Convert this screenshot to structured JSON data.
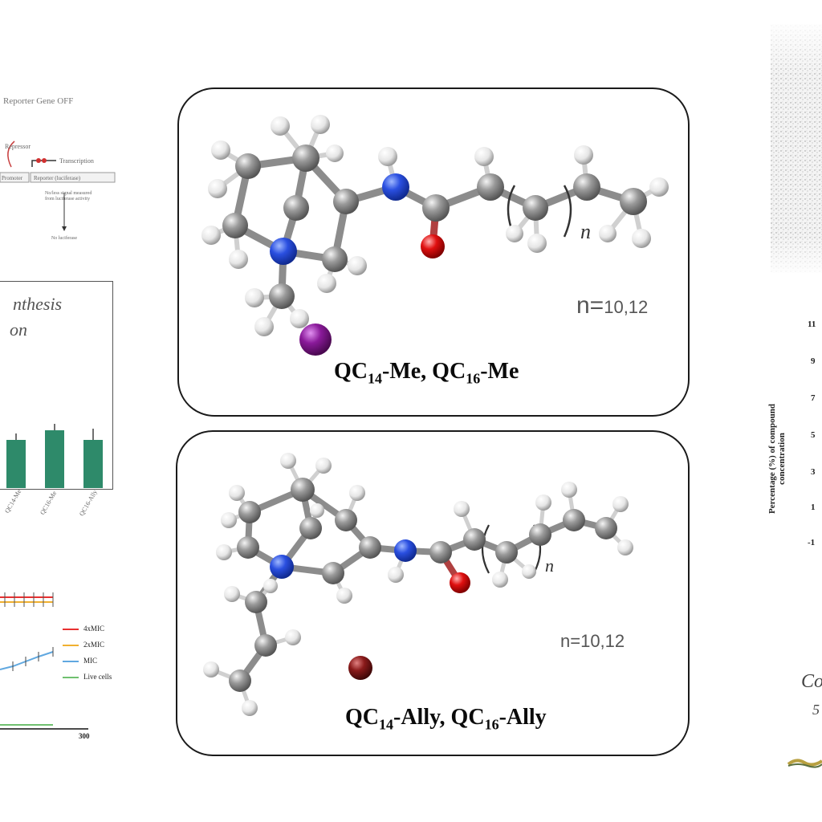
{
  "left_strip": {
    "reporter_title": "Reporter Gene OFF",
    "repressor_label": "Repressor",
    "transcription_label": "Transcription",
    "promoter_label": "Promoter",
    "reporter_box_label": "Reporter (luciferase)",
    "no_signal_label": "No/less signal measured from luciferase activity",
    "no_luciferase_label": "No luciferase",
    "synthesis_line1": "nthesis",
    "synthesis_line2": "on",
    "bar_labels": [
      "QC14-Me",
      "QC16-Me",
      "QC16-Ally"
    ],
    "legend": [
      "4xMIC",
      "2xMIC",
      "MIC",
      "Live cells"
    ],
    "x_tick": "300"
  },
  "panel_top": {
    "n_prefix": "n=",
    "n_values": "10,12",
    "n_italic": "n",
    "caption": {
      "a": "QC",
      "b": "14",
      "c": "-Me, QC",
      "d": "16",
      "e": "-Me"
    }
  },
  "panel_bottom": {
    "n_label": "n=10,12",
    "n_italic": "n",
    "caption": {
      "a": "QC",
      "b": "14",
      "c": "-Ally, QC",
      "d": "16",
      "e": "-Ally"
    }
  },
  "right_strip": {
    "y_axis_title_line1": "Percentage (%) of compound",
    "y_axis_title_line2": "concentration",
    "ticks": [
      "11",
      "9",
      "7",
      "5",
      "3",
      "1",
      "-1"
    ],
    "partial_text_1": "Co",
    "partial_text_2": "5"
  },
  "colors": {
    "carbon": "#8c8c8c",
    "hydrogen": "#e8e8e8",
    "nitrogen": "#2a4fe0",
    "oxygen": "#e01010",
    "iodide": "#8a1a9a",
    "bromide": "#8a1a1a",
    "bar_green": "#2e8a6a",
    "line_red": "#e83030",
    "line_orange": "#f0b030",
    "line_blue": "#60a8e0",
    "line_green": "#70c070"
  }
}
